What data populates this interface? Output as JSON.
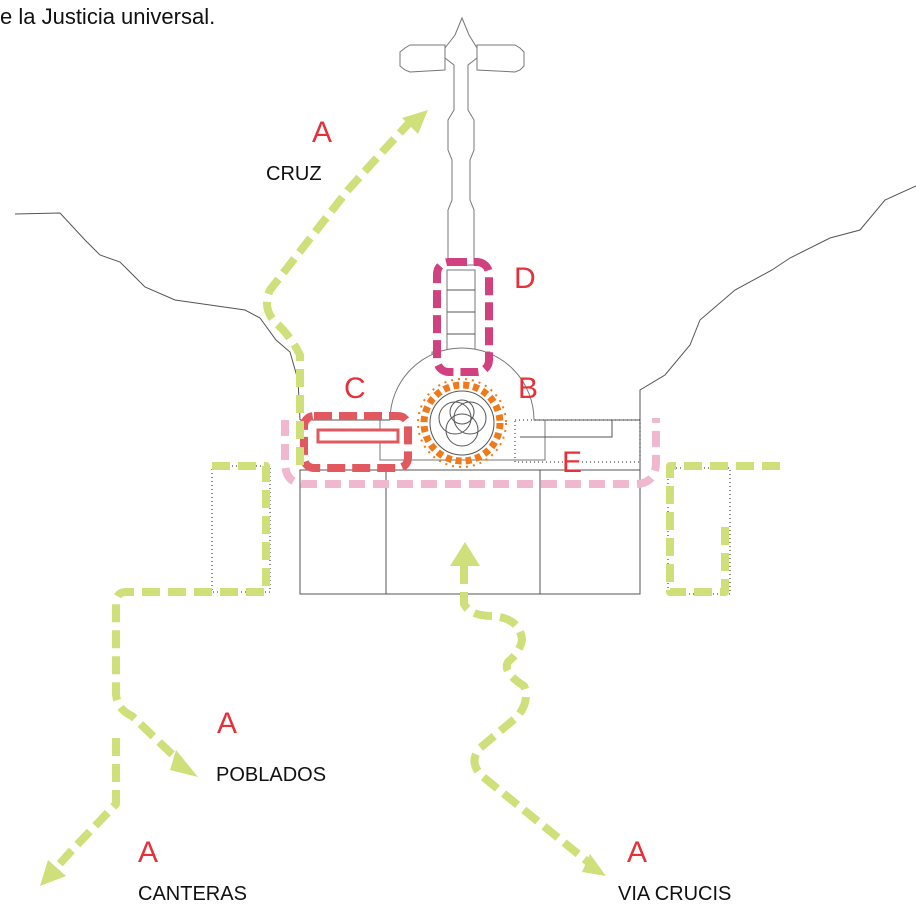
{
  "caption": "e la Justicia universal.",
  "zones": {
    "a_cruz": "A",
    "a_poblados": "A",
    "a_canteras": "A",
    "a_via_crucis": "A",
    "b": "B",
    "c": "C",
    "d": "D",
    "e": "E"
  },
  "destinations": {
    "cruz": "CRUZ",
    "poblados": "POBLADOS",
    "canteras": "CANTERAS",
    "via_crucis": "VIA CRUCIS"
  },
  "colors": {
    "route_a": "#cfe07a",
    "zone_b": "#ee7a1c",
    "zone_c": "#e2585f",
    "zone_d": "#d2417f",
    "zone_e": "#efb8cf",
    "zone_label": "#e4313a"
  }
}
